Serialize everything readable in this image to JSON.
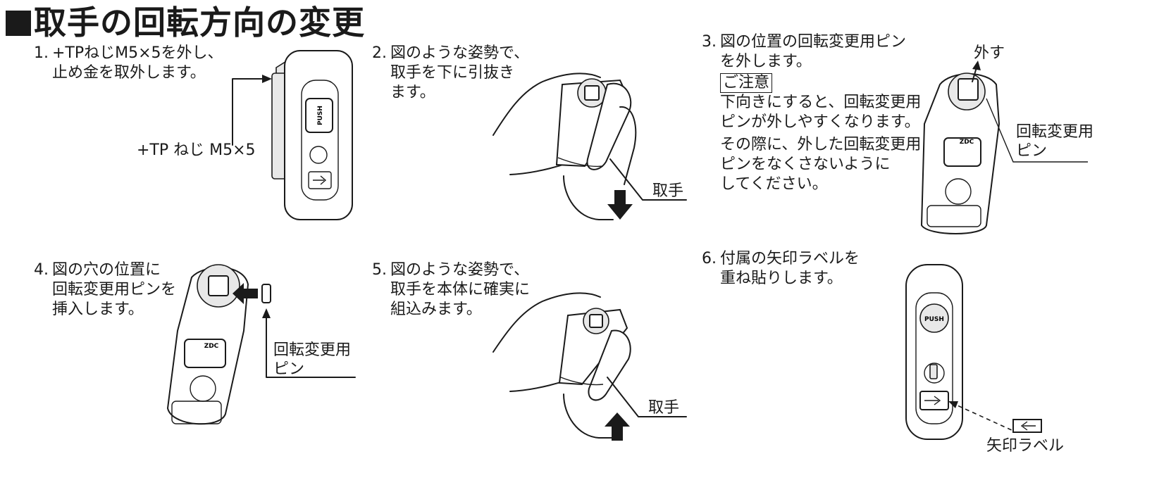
{
  "title": "取手の回転方向の変更",
  "steps": [
    {
      "num": "1.",
      "lines": [
        "+TPねじM5×5を外し、",
        "止め金を取外します。"
      ]
    },
    {
      "num": "2.",
      "lines": [
        "図のような姿勢で、",
        "取手を下に引抜き",
        "ます。"
      ]
    },
    {
      "num": "3.",
      "lines": [
        "図の位置の回転変更用ピン",
        "を外します。"
      ]
    },
    {
      "num": "4.",
      "lines": [
        "図の穴の位置に",
        "回転変更用ピンを",
        "挿入します。"
      ]
    },
    {
      "num": "5.",
      "lines": [
        "図のような姿勢で、",
        "取手を本体に確実に",
        "組込みます。"
      ]
    },
    {
      "num": "6.",
      "lines": [
        "付属の矢印ラベルを",
        "重ね貼りします。"
      ]
    }
  ],
  "note": {
    "label": "ご注意",
    "lines": [
      "下向きにすると、回転変更用",
      "ピンが外しやすくなります。",
      "その際に、外した回転変更用",
      "ピンをなくさないように",
      "してください。"
    ]
  },
  "labels": {
    "screw": "+TP ねじ M5×5",
    "handle1": "取手",
    "remove": "外す",
    "pin3_l1": "回転変更用",
    "pin3_l2": "ピン",
    "pin4_l1": "回転変更用",
    "pin4_l2": "ピン",
    "handle2": "取手",
    "arrow_label": "矢印ラベル"
  },
  "marks": {
    "push": "PUSH",
    "zdc": "ZDC"
  }
}
